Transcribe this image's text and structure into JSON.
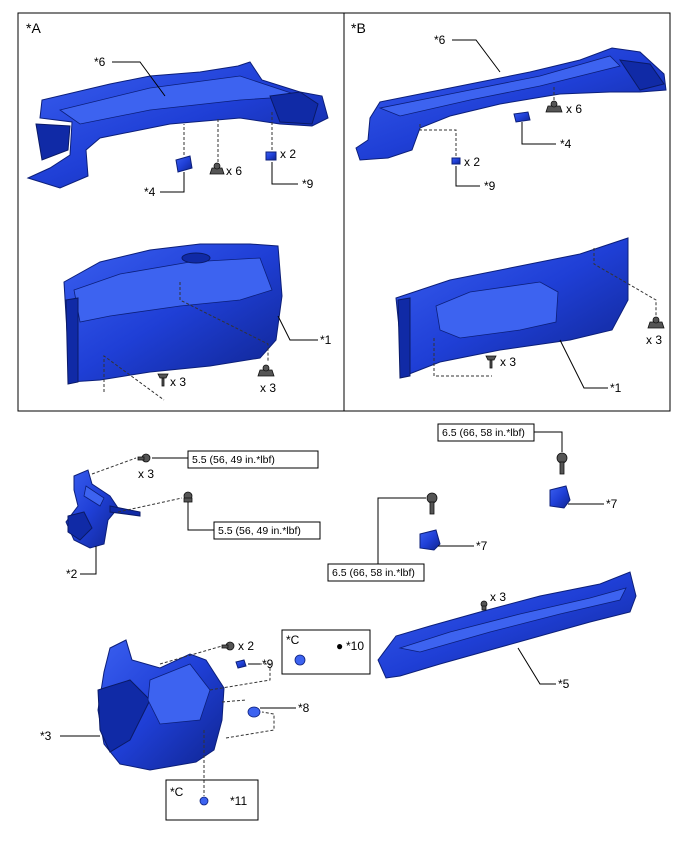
{
  "panels": {
    "a_label": "*A",
    "b_label": "*B",
    "c_label": "*C"
  },
  "labels": {
    "p1": "*1",
    "p2": "*2",
    "p3": "*3",
    "p4": "*4",
    "p5": "*5",
    "p6": "*6",
    "p7": "*7",
    "p8": "*8",
    "p9": "*9",
    "p10": "*10",
    "p11": "*11"
  },
  "quantities": {
    "x2": "x 2",
    "x3": "x 3",
    "x6": "x 6"
  },
  "torques": {
    "t55": "5.5 (56, 49 in.*lbf)",
    "t65": "6.5 (66, 58 in.*lbf)"
  },
  "symbols": {
    "bullet": "●"
  },
  "colors": {
    "part_blue": "#1f3fd6",
    "part_dark": "#102aa6",
    "part_light": "#3d63f0"
  }
}
